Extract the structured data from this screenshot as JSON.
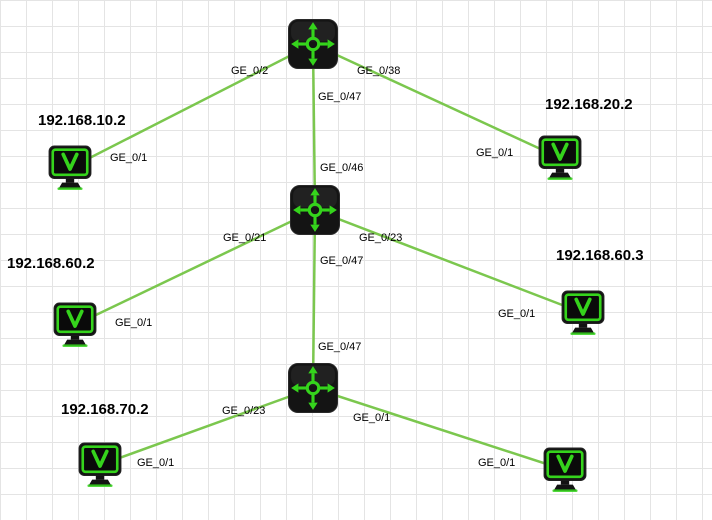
{
  "diagram": {
    "type": "network-topology",
    "colors": {
      "link": "#7bc74e",
      "device_accent": "#35d41c",
      "device_body": "#141414",
      "grid": "#e4e4e4",
      "label_text": "#000000"
    },
    "icons": {
      "switch": "multilayer-switch-icon",
      "pc": "pc-monitor-icon"
    },
    "ip_labels": [
      {
        "text": "192.168.10.2"
      },
      {
        "text": "192.168.20.2"
      },
      {
        "text": "192.168.60.2"
      },
      {
        "text": "192.168.60.3"
      },
      {
        "text": "192.168.70.2"
      }
    ],
    "links": [
      {
        "from": "switch-top",
        "to": "pc-top-left",
        "label_from": "GE_0/2",
        "label_to": "GE_0/1"
      },
      {
        "from": "switch-top",
        "to": "pc-top-right",
        "label_from": "GE_0/38",
        "label_to": "GE_0/1"
      },
      {
        "from": "switch-top",
        "to": "switch-middle",
        "label_from": "GE_0/47",
        "label_to": "GE_0/46"
      },
      {
        "from": "switch-middle",
        "to": "pc-middle-left",
        "label_from": "GE_0/21",
        "label_to": "GE_0/1"
      },
      {
        "from": "switch-middle",
        "to": "pc-middle-right",
        "label_from": "GE_0/23",
        "label_to": "GE_0/1"
      },
      {
        "from": "switch-middle",
        "to": "switch-bottom",
        "label_from": "GE_0/47",
        "label_to": "GE_0/47"
      },
      {
        "from": "switch-bottom",
        "to": "pc-bottom-left",
        "label_from": "GE_0/23",
        "label_to": "GE_0/1"
      },
      {
        "from": "switch-bottom",
        "to": "pc-bottom-right",
        "label_from": "GE_0/1",
        "label_to": "GE_0/1"
      }
    ]
  }
}
